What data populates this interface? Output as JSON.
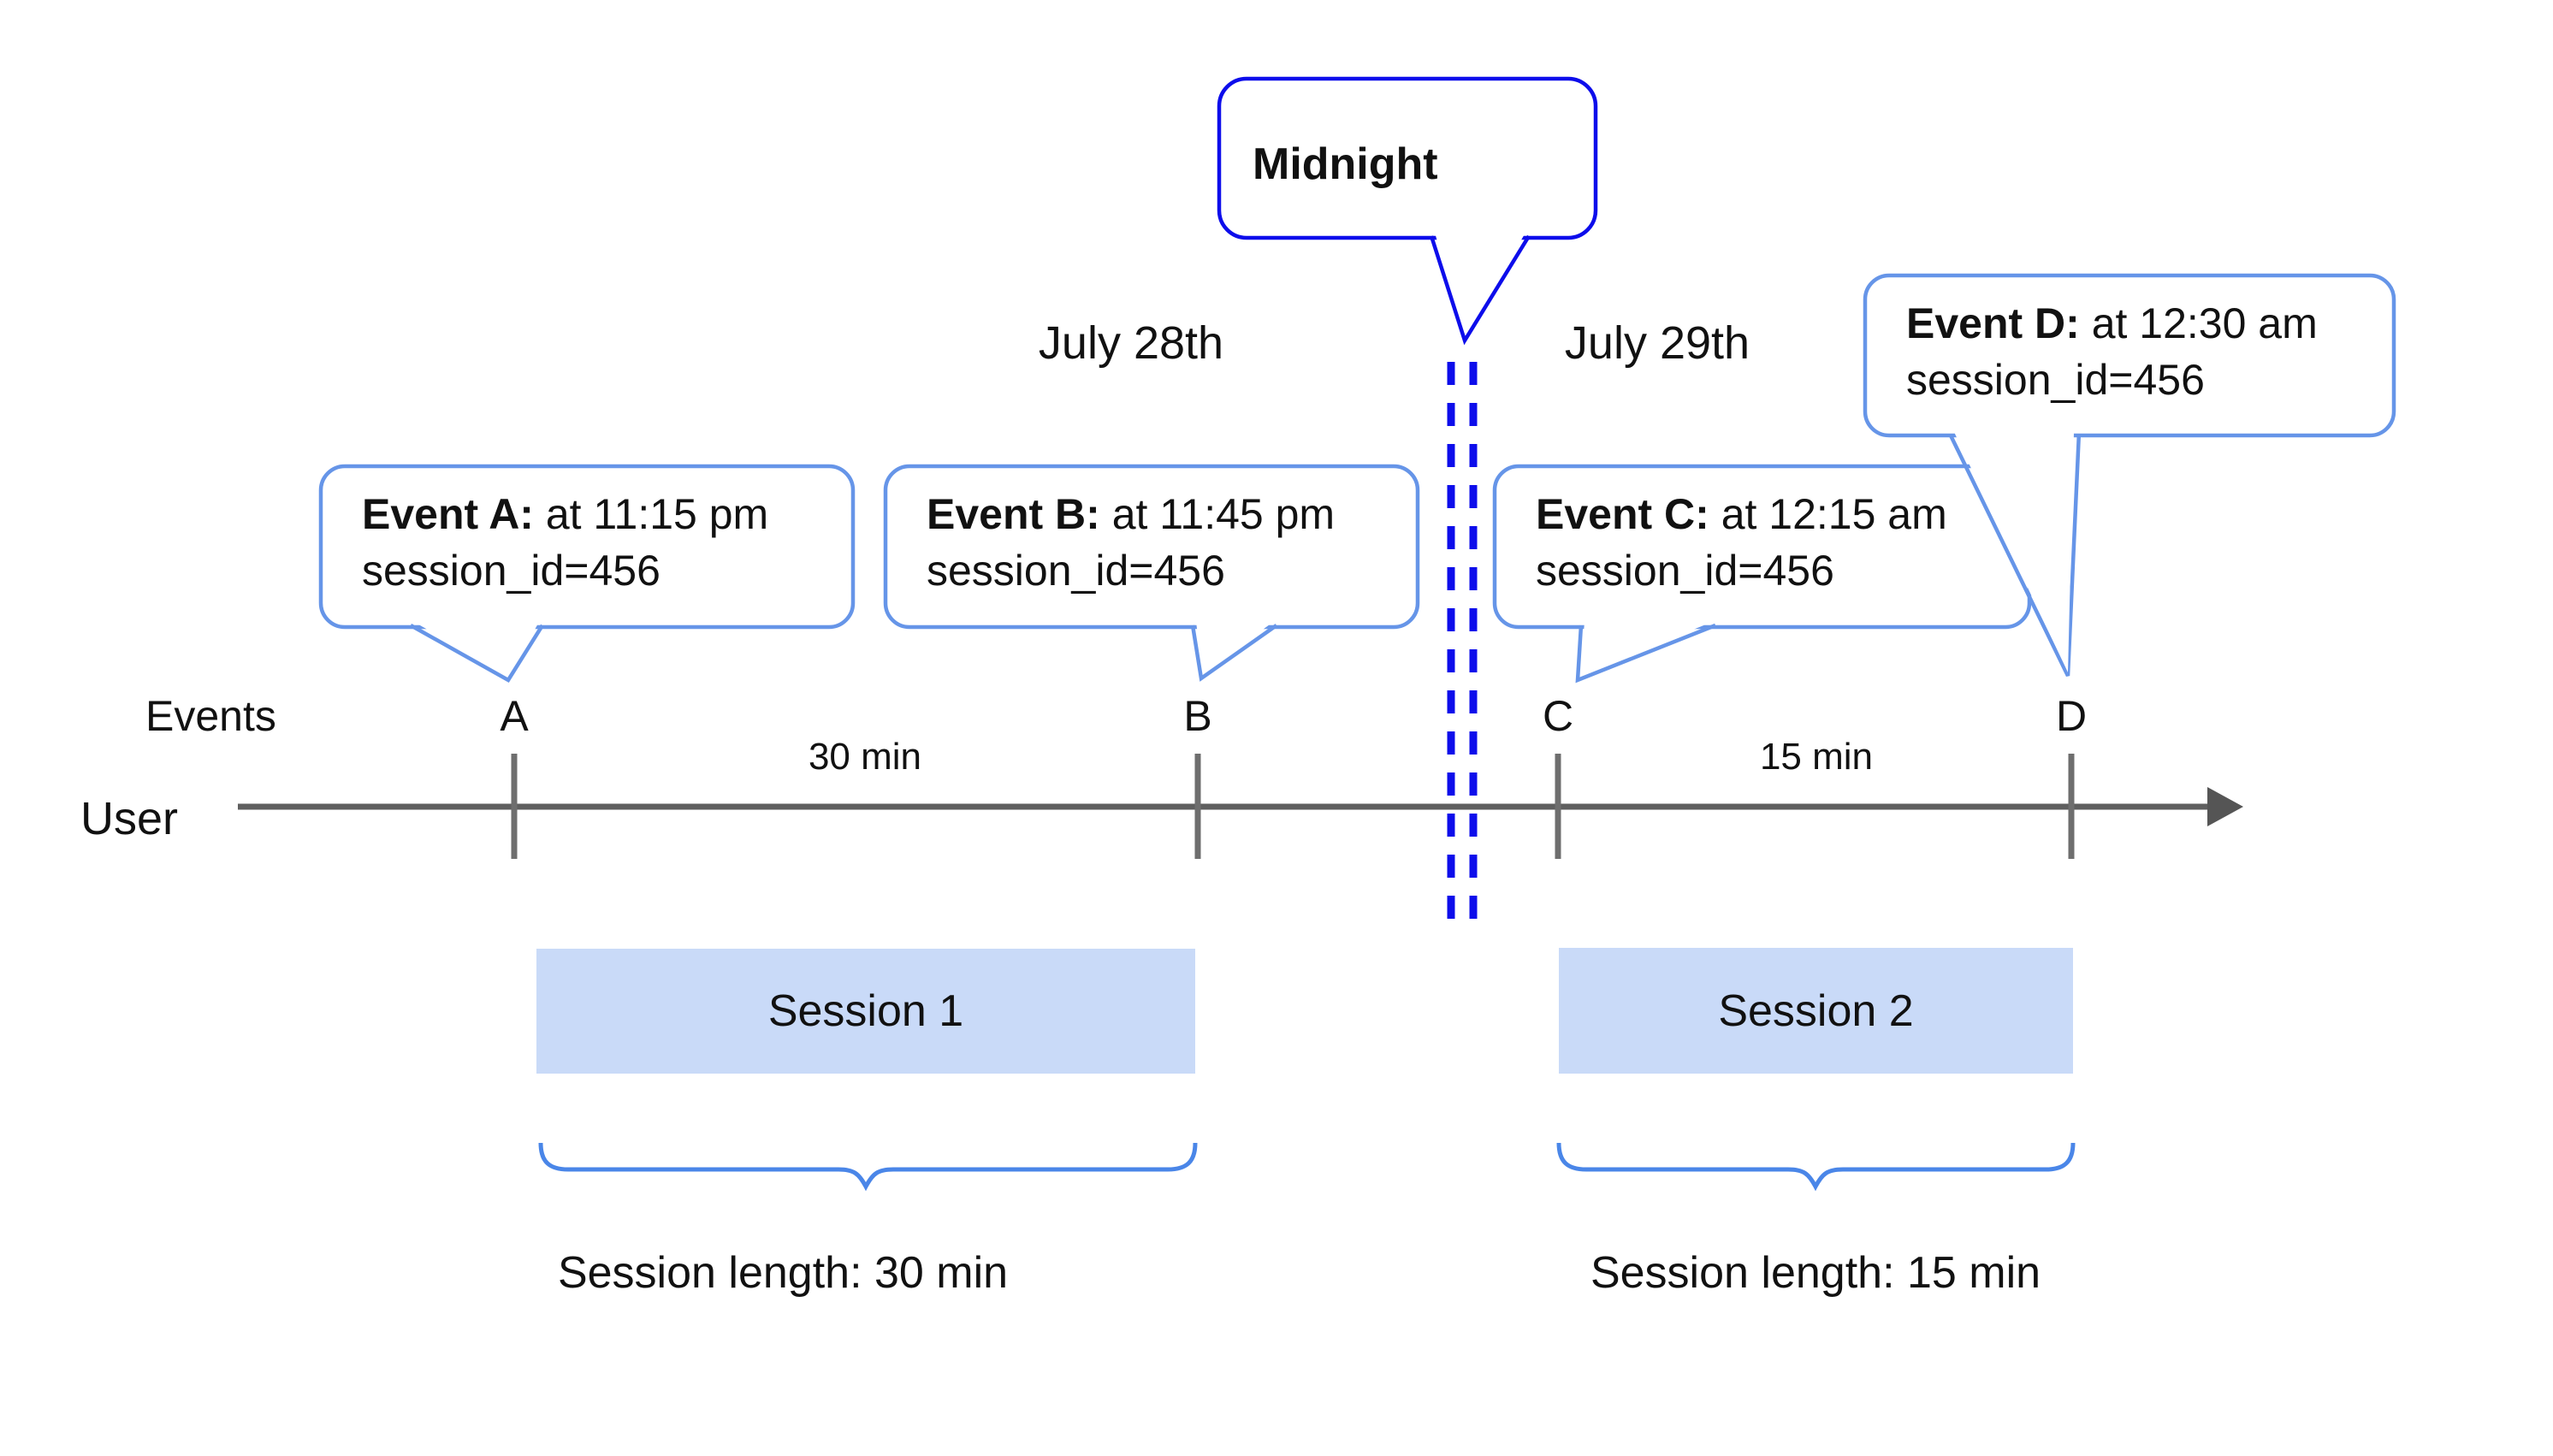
{
  "diagram_title_implied": "Session length across midnight example",
  "dates": {
    "left": "July 28th",
    "right": "July 29th"
  },
  "midnight": {
    "label": "Midnight"
  },
  "timeline": {
    "row_label": "Events",
    "axis_label": "User",
    "events": [
      {
        "letter": "A"
      },
      {
        "letter": "B"
      },
      {
        "letter": "C"
      },
      {
        "letter": "D"
      }
    ],
    "intervals": [
      {
        "label": "30 min"
      },
      {
        "label": "15 min"
      }
    ]
  },
  "bubbles": [
    {
      "bold": "Event A:",
      "rest": " at 11:15 pm",
      "line2": "session_id=456"
    },
    {
      "bold": "Event B:",
      "rest": " at 11:45 pm",
      "line2": "session_id=456"
    },
    {
      "bold": "Event C:",
      "rest": " at 12:15 am",
      "line2": "session_id=456"
    },
    {
      "bold": "Event D:",
      "rest": " at 12:30 am",
      "line2": "session_id=456"
    }
  ],
  "sessions": [
    {
      "label": "Session 1",
      "length_label": "Session length: 30 min"
    },
    {
      "label": "Session 2",
      "length_label": "Session length: 15 min"
    }
  ],
  "colors": {
    "midnight_blue": "#0d0deb",
    "bubble_border_blue": "#6695e8",
    "brace_blue": "#4a86e8",
    "session_fill": "#c9daf8",
    "axis_gray": "#5f5f5f",
    "tick_gray": "#6e6e6e",
    "text_black": "#111111"
  }
}
